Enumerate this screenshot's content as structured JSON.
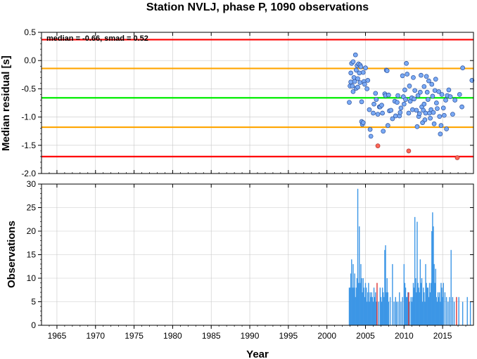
{
  "chart_data": [
    {
      "type": "scatter",
      "title": "Station NVLJ, phase P, 1090 observations",
      "ylabel": "Median residual [s]",
      "annotation": "median = -0.66, smad = 0.52",
      "xlim": [
        1963,
        2019
      ],
      "ylim": [
        -2.0,
        0.5
      ],
      "yticks": [
        "0.5",
        "0.0",
        "-0.5",
        "-1.0",
        "-1.5",
        "-2.0"
      ],
      "grid": true,
      "reference_lines": [
        {
          "y": 0.37,
          "color": "#ff0000"
        },
        {
          "y": -0.14,
          "color": "#ffa500"
        },
        {
          "y": -0.66,
          "color": "#00ee00"
        },
        {
          "y": -1.18,
          "color": "#ffa500"
        },
        {
          "y": -1.7,
          "color": "#ff0000"
        }
      ],
      "inlier_color": "#7aaaf5",
      "outlier_color": "#ff6655",
      "points": [
        [
          2002.9,
          -0.74
        ],
        [
          2003.0,
          -0.45
        ],
        [
          2003.1,
          -0.38
        ],
        [
          2003.1,
          -0.22
        ],
        [
          2003.2,
          -0.05
        ],
        [
          2003.3,
          -0.45
        ],
        [
          2003.4,
          -0.02
        ],
        [
          2003.5,
          -0.3
        ],
        [
          2003.6,
          -0.37
        ],
        [
          2003.7,
          0.1
        ],
        [
          2003.8,
          -0.17
        ],
        [
          2003.8,
          -0.49
        ],
        [
          2003.9,
          -0.09
        ],
        [
          2004.0,
          -0.32
        ],
        [
          2004.1,
          -0.06
        ],
        [
          2004.2,
          -0.22
        ],
        [
          2004.3,
          -0.39
        ],
        [
          2004.3,
          -0.08
        ],
        [
          2004.4,
          -0.11
        ],
        [
          2004.5,
          -0.73
        ],
        [
          2004.5,
          -1.08
        ],
        [
          2004.6,
          -1.13
        ],
        [
          2004.7,
          -0.21
        ],
        [
          2004.7,
          -1.1
        ],
        [
          2004.8,
          -0.37
        ],
        [
          2004.9,
          -0.42
        ],
        [
          2005.0,
          -0.13
        ],
        [
          2005.2,
          -0.5
        ],
        [
          2005.3,
          -0.35
        ],
        [
          2005.5,
          -0.87
        ],
        [
          2005.6,
          -1.22
        ],
        [
          2005.7,
          -1.34
        ],
        [
          2006.0,
          -0.93
        ],
        [
          2006.1,
          -0.77
        ],
        [
          2006.3,
          -0.58
        ],
        [
          2006.4,
          -0.69
        ],
        [
          2006.6,
          -1.51
        ],
        [
          2006.6,
          -0.95
        ],
        [
          2006.8,
          -0.82
        ],
        [
          2006.9,
          -0.82
        ],
        [
          2007.1,
          -0.79
        ],
        [
          2007.2,
          -0.93
        ],
        [
          2007.3,
          -1.25
        ],
        [
          2007.5,
          -0.59
        ],
        [
          2007.6,
          -0.62
        ],
        [
          2007.7,
          -0.17
        ],
        [
          2007.8,
          -0.18
        ],
        [
          2007.9,
          -1.15
        ],
        [
          2008.1,
          -0.89
        ],
        [
          2008.3,
          -0.88
        ],
        [
          2008.5,
          -1.03
        ],
        [
          2008.8,
          -0.72
        ],
        [
          2008.9,
          -0.98
        ],
        [
          2009.1,
          -0.74
        ],
        [
          2009.2,
          -0.62
        ],
        [
          2009.4,
          -0.98
        ],
        [
          2009.5,
          -0.92
        ],
        [
          2009.6,
          -0.84
        ],
        [
          2009.8,
          -0.27
        ],
        [
          2009.9,
          -0.64
        ],
        [
          2010.0,
          -0.77
        ],
        [
          2010.1,
          -0.52
        ],
        [
          2010.2,
          -0.69
        ],
        [
          2010.3,
          -0.05
        ],
        [
          2010.4,
          -0.24
        ],
        [
          2010.6,
          -1.6
        ],
        [
          2010.6,
          -0.93
        ],
        [
          2010.7,
          -0.45
        ],
        [
          2010.8,
          -0.72
        ],
        [
          2011.0,
          -0.66
        ],
        [
          2011.1,
          -0.87
        ],
        [
          2011.2,
          -0.3
        ],
        [
          2011.3,
          -0.68
        ],
        [
          2011.4,
          -0.53
        ],
        [
          2011.6,
          -0.88
        ],
        [
          2011.7,
          -1.17
        ],
        [
          2011.8,
          -0.62
        ],
        [
          2011.9,
          -0.99
        ],
        [
          2012.0,
          -0.94
        ],
        [
          2012.1,
          -0.56
        ],
        [
          2012.2,
          -0.26
        ],
        [
          2012.3,
          -0.82
        ],
        [
          2012.4,
          -1.1
        ],
        [
          2012.5,
          -0.88
        ],
        [
          2012.6,
          -0.77
        ],
        [
          2012.7,
          -1.05
        ],
        [
          2012.8,
          -0.93
        ],
        [
          2012.9,
          -0.28
        ],
        [
          2013.0,
          -0.56
        ],
        [
          2013.1,
          -0.69
        ],
        [
          2013.2,
          -0.36
        ],
        [
          2013.3,
          -0.93
        ],
        [
          2013.4,
          -1.02
        ],
        [
          2013.5,
          -0.87
        ],
        [
          2013.6,
          -0.42
        ],
        [
          2013.7,
          -0.63
        ],
        [
          2013.8,
          -0.92
        ],
        [
          2013.9,
          -1.12
        ],
        [
          2014.0,
          -0.53
        ],
        [
          2014.1,
          -0.33
        ],
        [
          2014.2,
          -0.75
        ],
        [
          2014.3,
          -0.85
        ],
        [
          2014.5,
          -0.55
        ],
        [
          2014.6,
          -0.99
        ],
        [
          2014.7,
          -1.3
        ],
        [
          2014.8,
          -1.15
        ],
        [
          2014.9,
          -0.6
        ],
        [
          2015.1,
          -0.84
        ],
        [
          2015.2,
          -0.97
        ],
        [
          2015.4,
          -0.7
        ],
        [
          2015.5,
          -1.21
        ],
        [
          2015.6,
          -0.62
        ],
        [
          2015.8,
          -0.52
        ],
        [
          2016.0,
          -0.64
        ],
        [
          2016.3,
          -0.95
        ],
        [
          2016.6,
          -0.7
        ],
        [
          2016.9,
          -1.72
        ],
        [
          2017.2,
          -0.6
        ],
        [
          2017.5,
          -0.82
        ],
        [
          2017.6,
          -0.13
        ],
        [
          2018.8,
          -0.35
        ],
        [
          2003.4,
          -0.55
        ],
        [
          2004.0,
          -0.47
        ],
        [
          2008.0,
          -0.61
        ],
        [
          2012.6,
          -0.46
        ]
      ],
      "outliers": [
        [
          2006.6,
          -1.51
        ],
        [
          2010.6,
          -1.6
        ],
        [
          2016.9,
          -1.72
        ]
      ]
    },
    {
      "type": "bar",
      "xlabel": "Year",
      "ylabel": "Observations",
      "xlim": [
        1963,
        2019
      ],
      "ylim": [
        0,
        30
      ],
      "yticks": [
        "30",
        "25",
        "20",
        "15",
        "10",
        "5",
        "0"
      ],
      "xticks": [
        "1965",
        "1970",
        "1975",
        "1980",
        "1985",
        "1990",
        "1995",
        "2000",
        "2005",
        "2010",
        "2015"
      ],
      "grid": true,
      "bar_color": "#3c96e6",
      "outlier_bar_color": "#dd3333",
      "bars": [
        [
          2002.9,
          8
        ],
        [
          2003.0,
          8
        ],
        [
          2003.1,
          11
        ],
        [
          2003.2,
          14
        ],
        [
          2003.3,
          8
        ],
        [
          2003.4,
          13
        ],
        [
          2003.5,
          8
        ],
        [
          2003.6,
          11
        ],
        [
          2003.7,
          6
        ],
        [
          2003.8,
          8
        ],
        [
          2003.9,
          10
        ],
        [
          2004.0,
          29
        ],
        [
          2004.1,
          9
        ],
        [
          2004.2,
          21
        ],
        [
          2004.3,
          9
        ],
        [
          2004.4,
          13
        ],
        [
          2004.5,
          10
        ],
        [
          2004.6,
          7
        ],
        [
          2004.7,
          10
        ],
        [
          2004.8,
          8
        ],
        [
          2004.9,
          6
        ],
        [
          2005.0,
          9
        ],
        [
          2005.1,
          8
        ],
        [
          2005.2,
          5
        ],
        [
          2005.3,
          7
        ],
        [
          2005.4,
          9
        ],
        [
          2005.5,
          5
        ],
        [
          2005.6,
          7
        ],
        [
          2005.7,
          6
        ],
        [
          2005.8,
          7
        ],
        [
          2005.9,
          6
        ],
        [
          2006.0,
          5
        ],
        [
          2006.1,
          8
        ],
        [
          2006.2,
          6
        ],
        [
          2006.3,
          7
        ],
        [
          2006.4,
          5
        ],
        [
          2006.7,
          5
        ],
        [
          2006.9,
          8
        ],
        [
          2007.0,
          6
        ],
        [
          2007.1,
          5
        ],
        [
          2007.2,
          8
        ],
        [
          2007.3,
          7
        ],
        [
          2007.4,
          6
        ],
        [
          2007.5,
          16
        ],
        [
          2007.6,
          17
        ],
        [
          2007.7,
          7
        ],
        [
          2007.8,
          10
        ],
        [
          2007.9,
          7
        ],
        [
          2008.0,
          5
        ],
        [
          2008.2,
          6
        ],
        [
          2008.5,
          13
        ],
        [
          2008.7,
          5
        ],
        [
          2008.9,
          6
        ],
        [
          2009.0,
          5
        ],
        [
          2009.2,
          5
        ],
        [
          2009.4,
          7
        ],
        [
          2009.6,
          5
        ],
        [
          2009.8,
          6
        ],
        [
          2010.0,
          13
        ],
        [
          2010.1,
          9
        ],
        [
          2010.2,
          8
        ],
        [
          2010.3,
          6
        ],
        [
          2010.4,
          6
        ],
        [
          2010.5,
          7
        ],
        [
          2010.7,
          5
        ],
        [
          2010.9,
          6
        ],
        [
          2011.0,
          5
        ],
        [
          2011.1,
          6
        ],
        [
          2011.2,
          9
        ],
        [
          2011.3,
          8
        ],
        [
          2011.4,
          23
        ],
        [
          2011.5,
          10
        ],
        [
          2011.6,
          7
        ],
        [
          2011.7,
          22
        ],
        [
          2011.8,
          9
        ],
        [
          2011.9,
          8
        ],
        [
          2012.0,
          7
        ],
        [
          2012.1,
          14
        ],
        [
          2012.2,
          9
        ],
        [
          2012.3,
          10
        ],
        [
          2012.4,
          5
        ],
        [
          2012.5,
          8
        ],
        [
          2012.6,
          7
        ],
        [
          2012.7,
          5
        ],
        [
          2012.8,
          13
        ],
        [
          2012.9,
          9
        ],
        [
          2013.0,
          8
        ],
        [
          2013.1,
          8
        ],
        [
          2013.2,
          6
        ],
        [
          2013.3,
          9
        ],
        [
          2013.4,
          7
        ],
        [
          2013.5,
          9
        ],
        [
          2013.6,
          20
        ],
        [
          2013.7,
          24
        ],
        [
          2013.8,
          21
        ],
        [
          2013.9,
          13
        ],
        [
          2014.0,
          9
        ],
        [
          2014.1,
          12
        ],
        [
          2014.2,
          6
        ],
        [
          2014.3,
          5
        ],
        [
          2014.4,
          7
        ],
        [
          2014.5,
          6
        ],
        [
          2014.6,
          7
        ],
        [
          2014.7,
          5
        ],
        [
          2014.8,
          9
        ],
        [
          2014.9,
          8
        ],
        [
          2015.0,
          6
        ],
        [
          2015.1,
          9
        ],
        [
          2015.3,
          7
        ],
        [
          2015.5,
          6
        ],
        [
          2015.7,
          5
        ],
        [
          2015.9,
          6
        ],
        [
          2016.1,
          16
        ],
        [
          2016.3,
          6
        ],
        [
          2016.5,
          5
        ],
        [
          2017.1,
          6
        ],
        [
          2017.6,
          5
        ],
        [
          2018.2,
          6
        ],
        [
          2018.6,
          5
        ]
      ],
      "outlier_bars": [
        [
          2006.5,
          9
        ],
        [
          2010.6,
          7
        ],
        [
          2016.8,
          6
        ]
      ]
    }
  ]
}
